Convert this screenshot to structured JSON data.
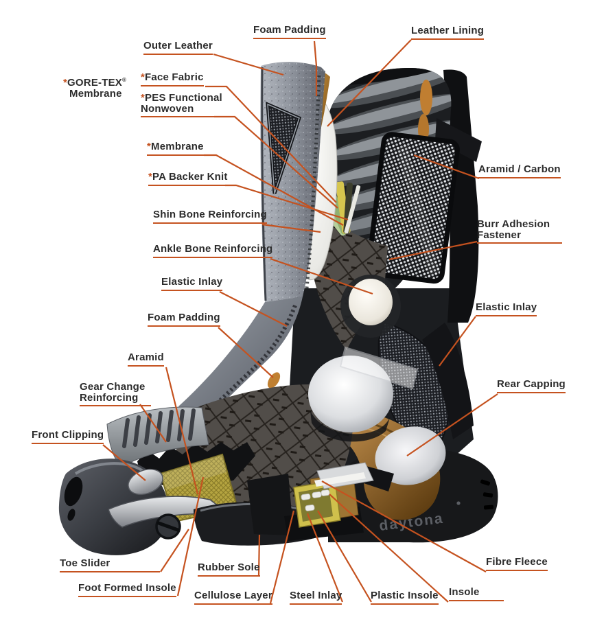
{
  "colors": {
    "accent": "#c5521f",
    "label_text": "#2c2c2c",
    "background": "#ffffff"
  },
  "marks": {
    "asterisk": "*",
    "registered": "®"
  },
  "boot": {
    "brand_text": "daytona"
  },
  "labels": {
    "foam_padding_top": "Foam Padding",
    "leather_lining": "Leather Lining",
    "outer_leather": "Outer Leather",
    "gore_tex_line1": "GORE-TEX",
    "gore_tex_line2": "Membrane",
    "face_fabric": "Face Fabric",
    "pes_functional": "PES Functional Nonwoven",
    "membrane": "Membrane",
    "pa_backer_knit": "PA Backer Knit",
    "shin_bone": "Shin Bone Reinforcing",
    "ankle_bone": "Ankle Bone Reinforcing",
    "elastic_inlay_left": "Elastic Inlay",
    "foam_padding_left": "Foam Padding",
    "aramid": "Aramid",
    "gear_change": "Gear Change Reinforcing",
    "front_clipping": "Front Clipping",
    "toe_slider": "Toe Slider",
    "foot_formed_insole": "Foot Formed Insole",
    "rubber_sole": "Rubber Sole",
    "cellulose_layer": "Cellulose Layer",
    "steel_inlay": "Steel Inlay",
    "plastic_insole": "Plastic Insole",
    "insole": "Insole",
    "fibre_fleece": "Fibre Fleece",
    "aramid_carbon": "Aramid / Carbon",
    "burr_adhesion": "Burr Adhesion Fastener",
    "elastic_inlay_right": "Elastic Inlay",
    "rear_capping": "Rear Capping"
  }
}
